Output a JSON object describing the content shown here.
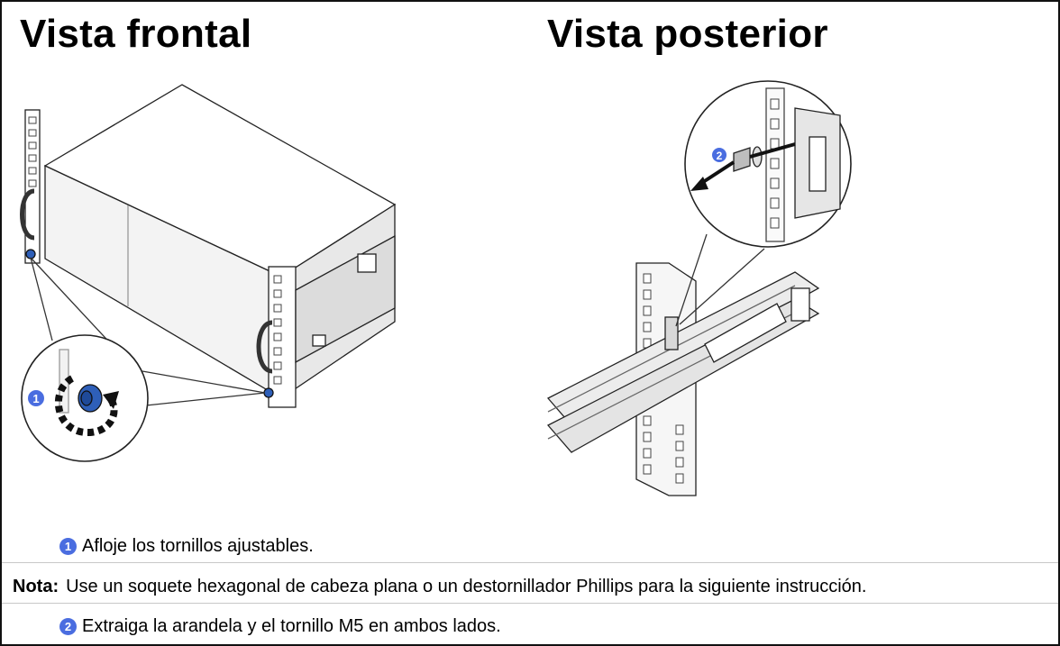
{
  "titles": {
    "front": "Vista frontal",
    "rear": "Vista posterior"
  },
  "callouts": {
    "one": "1",
    "two": "2"
  },
  "steps": [
    {
      "number": "1",
      "text": "Afloje los tornillos ajustables."
    },
    {
      "number": "2",
      "text": "Extraiga la arandela y el tornillo M5 en ambos lados."
    }
  ],
  "note": {
    "label": "Nota:",
    "text": "Use un soquete hexagonal de cabeza plana o un destornillador Phillips para la siguiente instrucción."
  },
  "colors": {
    "callout_blue": "#4a6de0",
    "screw_blue": "#2e5fb8",
    "line": "#222222",
    "panel": "#f2f2f2"
  }
}
